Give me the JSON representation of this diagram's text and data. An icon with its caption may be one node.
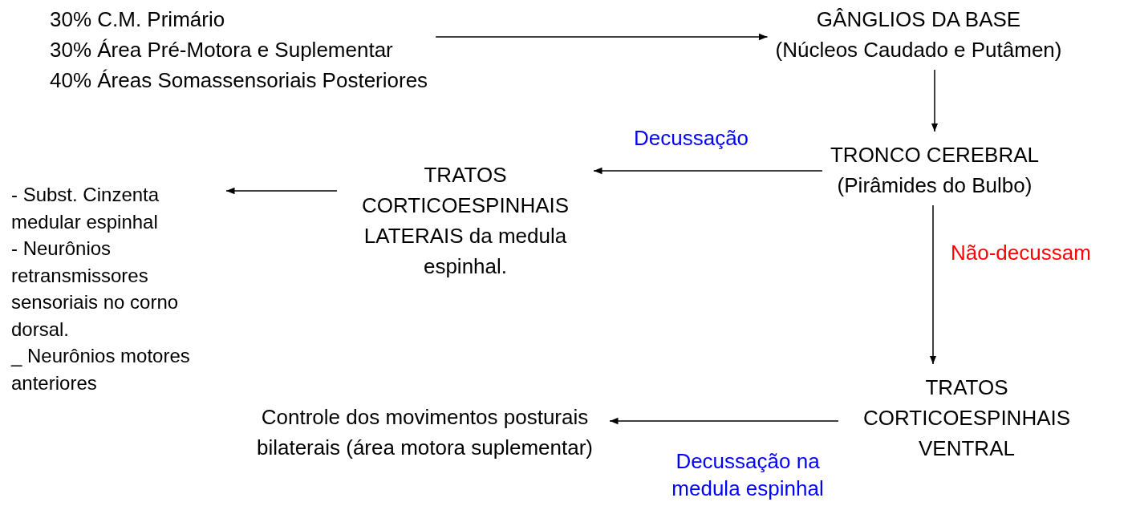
{
  "diagram": {
    "nodes": [
      {
        "text": [
          "30% C.M. Primário",
          "30% Área Pré-Motora e Suplementar",
          "40% Áreas Somassensoriais Posteriores"
        ]
      },
      {
        "text": [
          "GÂNGLIOS DA BASE",
          "(Núcleos Caudado e Putâmen)"
        ]
      },
      {
        "text": [
          "TRONCO CEREBRAL",
          "(Pirâmides do Bulbo)"
        ]
      },
      {
        "text": [
          "TRATOS CORTICOESPINHAIS LATERAIS da medula espinhal."
        ]
      },
      {
        "text": [
          "- Subst. Cinzenta medular espinhal",
          "- Neurônios retransmissores sensoriais no corno dorsal.",
          "_ Neurônios motores anteriores"
        ]
      },
      {
        "text": [
          "TRATOS CORTICOESPINHAIS VENTRAL"
        ]
      },
      {
        "text": [
          "Controle dos movimentos posturais bilaterais (área motora suplementar)"
        ]
      }
    ],
    "edges": [
      {
        "from": 0,
        "to": 1,
        "arrow": "to"
      },
      {
        "from": 1,
        "to": 2,
        "arrow": "to"
      },
      {
        "from": 2,
        "to": 3,
        "arrow": "to",
        "label": "Decussação"
      },
      {
        "from": 3,
        "to": 4,
        "arrow": "to"
      },
      {
        "from": 2,
        "to": 5,
        "arrow": "to",
        "label": "Não-decussam"
      },
      {
        "from": 5,
        "to": 6,
        "arrow": "to",
        "label": "Decussação na medula espinhal"
      }
    ]
  }
}
